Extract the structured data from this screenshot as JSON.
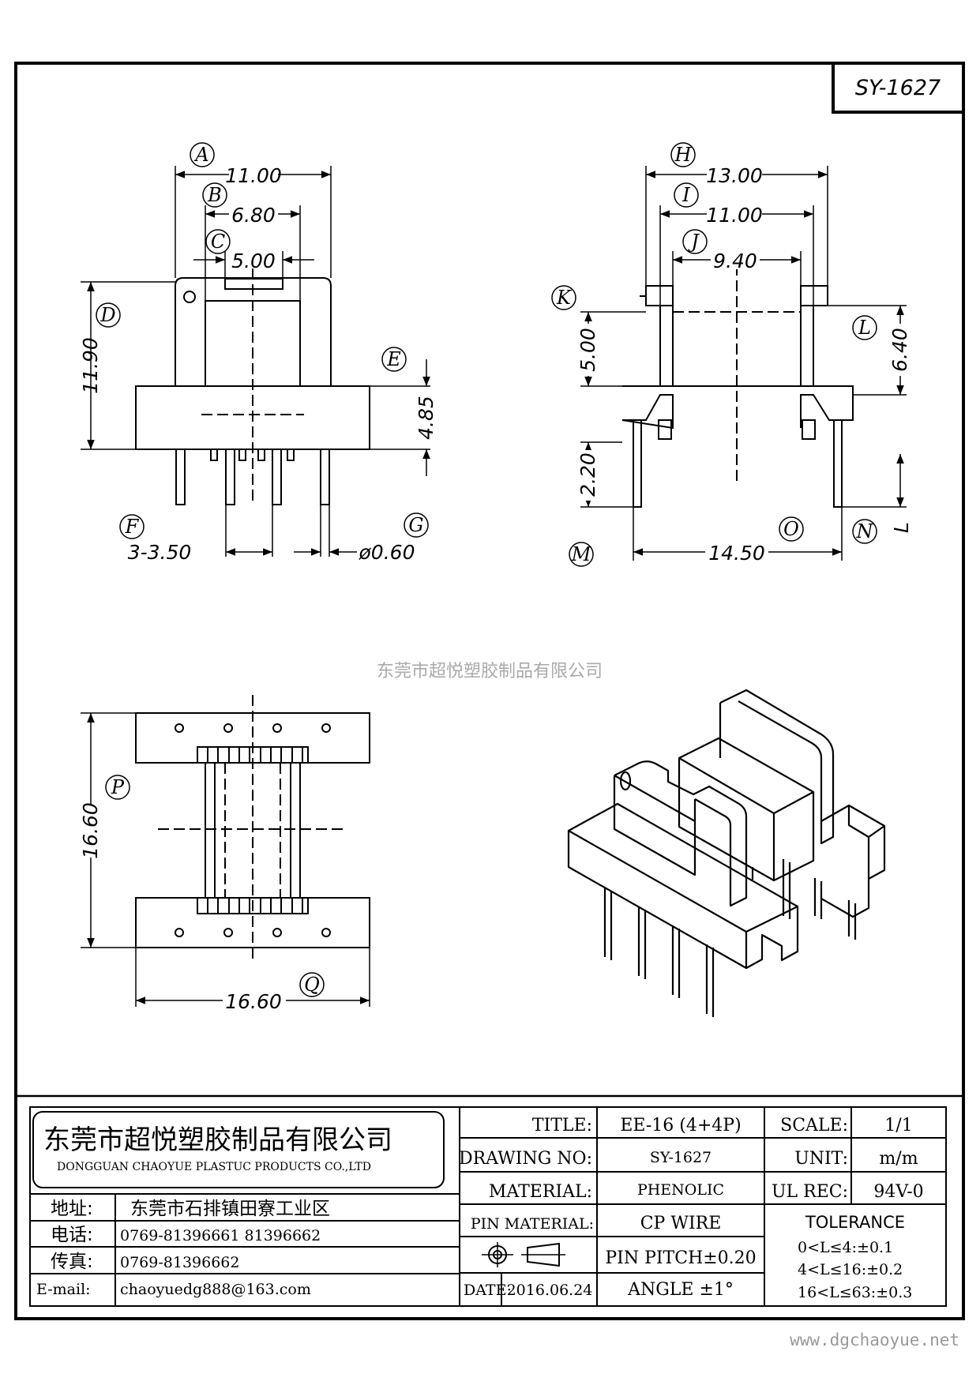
{
  "drawing_code": "SY-1627",
  "watermark": "东莞市超悦塑胶制品有限公司",
  "website": "www.dgchaoyue.net",
  "front_view": {
    "dims": {
      "A": "11.00",
      "B": "6.80",
      "C": "5.00",
      "D": "11.90",
      "E": "4.85",
      "F": "3-3.50",
      "G": "ø0.60"
    },
    "labels": [
      "A",
      "B",
      "C",
      "D",
      "E",
      "F",
      "G"
    ]
  },
  "side_view": {
    "dims": {
      "H": "13.00",
      "I": "11.00",
      "J": "9.40",
      "K": "5.00",
      "L": "6.40",
      "M": "2.20",
      "N": "L",
      "O": "14.50"
    },
    "labels": [
      "H",
      "I",
      "J",
      "K",
      "L",
      "M",
      "N",
      "O"
    ]
  },
  "bottom_view": {
    "dims": {
      "P": "16.60",
      "Q": "16.60"
    },
    "labels": [
      "P",
      "Q"
    ]
  },
  "company": {
    "name_cn": "东莞市超悦塑胶制品有限公司",
    "name_en": "DONGGUAN CHAOYUE PLASTUC PRODUCTS CO.,LTD",
    "address_label": "地址:",
    "address": "东莞市石排镇田寮工业区",
    "phone_label": "电话:",
    "phone": "0769-81396661   81396662",
    "fax_label": "传真:",
    "fax": "0769-81396662",
    "email_label": "E-mail:",
    "email": "chaoyuedg888@163.com"
  },
  "title_block": {
    "title_label": "TITLE:",
    "title": "EE-16 (4+4P)",
    "drawing_no_label": "DRAWING NO:",
    "drawing_no": "SY-1627",
    "material_label": "MATERIAL:",
    "material": "PHENOLIC",
    "pin_material_label": "PIN MATERIAL:",
    "pin_material": "CP WIRE",
    "date_label": "DATE:",
    "date": "2016.06.24",
    "pin_pitch": "PIN PITCH±0.20",
    "angle": "ANGLE  ±1°",
    "scale_label": "SCALE:",
    "scale": "1/1",
    "unit_label": "UNIT:",
    "unit": "m/m",
    "ul_rec_label": "UL REC:",
    "ul_rec": "94V-0",
    "tolerance_label": "TOLERANCE",
    "tolerances": [
      "0<L≤4:±0.1",
      "4<L≤16:±0.2",
      "16<L≤63:±0.3"
    ]
  }
}
